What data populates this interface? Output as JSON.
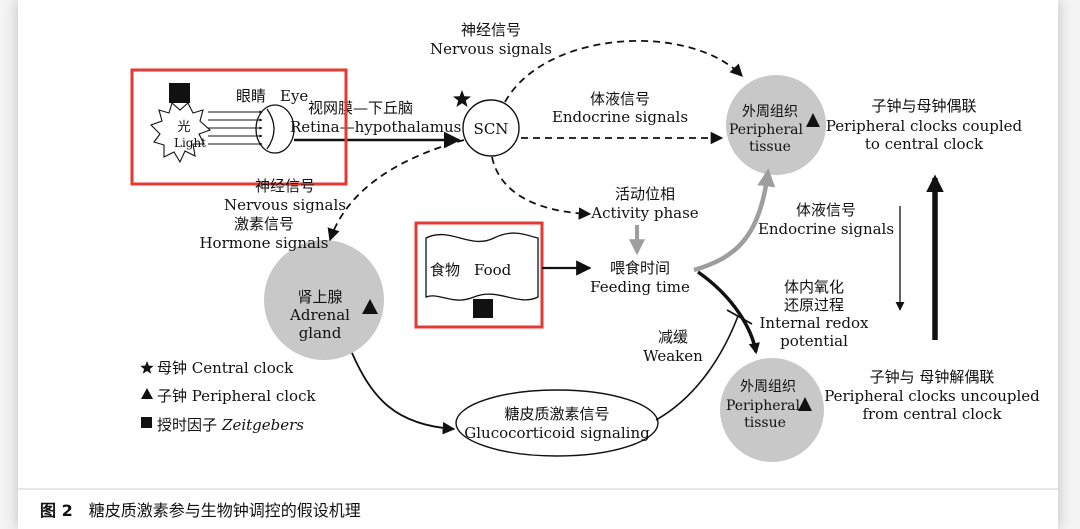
{
  "labels": {
    "eye_cn": "眼睛",
    "eye_en": "Eye",
    "light_cn": "光",
    "light_en": "Light",
    "retina_cn": "视网膜—下丘脑",
    "retina_en": "Retina—hypothalamus",
    "scn": "SCN",
    "nervous_top_cn": "神经信号",
    "nervous_top_en": "Nervous signals",
    "endocrine_top_cn": "体液信号",
    "endocrine_top_en": "Endocrine signals",
    "peri_cn": "外周组织",
    "peri_en1": "Peripheral",
    "peri_en2": "tissue",
    "coupled_cn": "子钟与母钟偶联",
    "coupled_en1": "Peripheral clocks coupled",
    "coupled_en2": "to central clock",
    "nervous_left_cn": "神经信号",
    "nervous_left_en": "Nervous signals",
    "hormone_cn": "激素信号",
    "hormone_en": "Hormone signals",
    "activity_cn": "活动位相",
    "activity_en": "Activity phase",
    "food_cn": "食物",
    "food_en": "Food",
    "feeding_cn": "喂食时间",
    "feeding_en": "Feeding time",
    "endocrine_right_cn": "体液信号",
    "endocrine_right_en": "Endocrine signals",
    "redox_cn1": "体内氧化",
    "redox_cn2": "还原过程",
    "redox_en1": "Internal redox",
    "redox_en2": "potential",
    "adrenal_cn": "肾上腺",
    "adrenal_en1": "Adrenal",
    "adrenal_en2": "gland",
    "weaken_cn": "减缓",
    "weaken_en": "Weaken",
    "gluco_cn": "糖皮质激素信号",
    "gluco_en": "Glucocorticoid signaling",
    "peri2_cn": "外周组织",
    "peri2_en1": "Peripheral",
    "peri2_en2": "tissue",
    "uncoupled_cn": "子钟与 母钟解偶联",
    "uncoupled_en1": "Peripheral clocks uncoupled",
    "uncoupled_en2": "from central clock"
  },
  "legend": {
    "central": "母钟 Central clock",
    "peripheral": "子钟 Peripheral clock",
    "zeitgeber_cn": "授时因子",
    "zeitgeber_en": "Zeitgebers"
  },
  "caption": {
    "number": "图 2",
    "text": "糖皮质激素参与生物钟调控的假设机理"
  },
  "colors": {
    "highlight": "#e53935",
    "tissue_fill": "#c8c8c8",
    "gray_arrow": "#9e9e9e"
  }
}
